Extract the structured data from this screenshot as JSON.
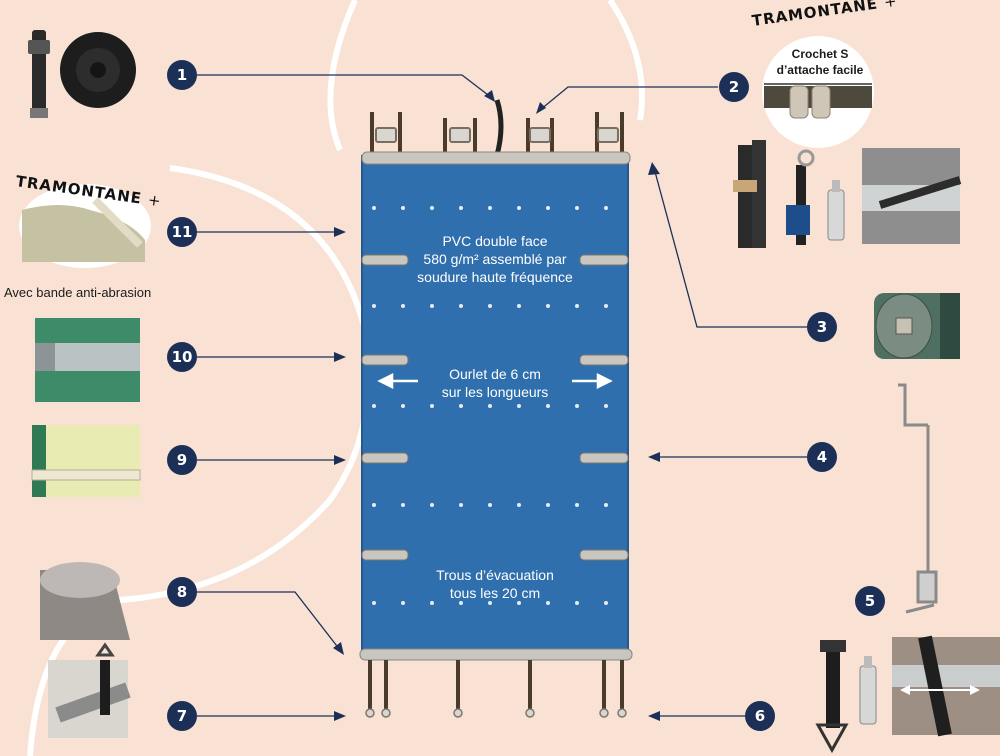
{
  "colors": {
    "background": "#f9e2d4",
    "cover": "#2f6fae",
    "navy": "#1c3057",
    "white": "#ffffff"
  },
  "callouts": [
    "1",
    "2",
    "3",
    "4",
    "5",
    "6",
    "7",
    "8",
    "9",
    "10",
    "11"
  ],
  "cover_text": {
    "pvc": "PVC double face\n580 g/m² assemblé par\nsoudure haute fréquence",
    "hem": "Ourlet de 6 cm\nsur les longueurs",
    "drain": "Trous d’évacuation\ntous les 20 cm"
  },
  "badges": {
    "brand": "TRAMONTANE",
    "plus": "+",
    "hook_line1": "Crochet S",
    "hook_line2": "d’attache facile",
    "abrasion": "Avec bande anti-abrasion"
  },
  "icons": {
    "strap": "strap-reel-icon",
    "hook": "s-hook-icon",
    "tensioner": "ratchet-tensioner-icon",
    "tube_end": "tube-end-icon",
    "crank": "crank-handle-icon",
    "anchor": "anchor-strap-icon",
    "fastener": "end-strap-fastener-icon",
    "cap": "tube-cap-icon",
    "reinforcement": "reinforced-band-icon",
    "hem_tube": "hem-tube-icon"
  }
}
